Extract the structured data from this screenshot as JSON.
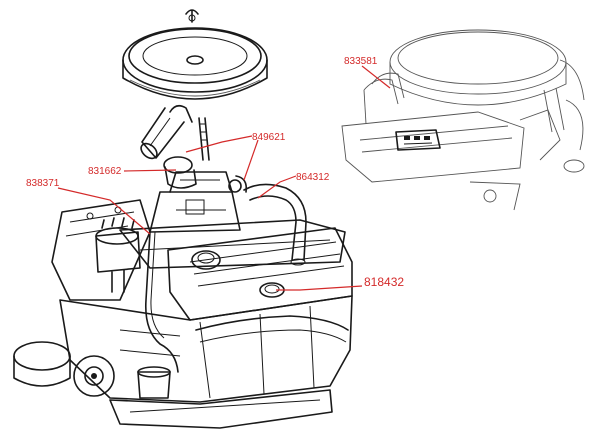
{
  "labels": {
    "p831662": "831662",
    "p849621": "849621",
    "p838371": "838371",
    "p864312": "864312",
    "p818432": "818432",
    "p833581": "833581"
  },
  "colors": {
    "label": "#d42a2a",
    "ink": "#1a1a1a",
    "background": "#ffffff"
  }
}
